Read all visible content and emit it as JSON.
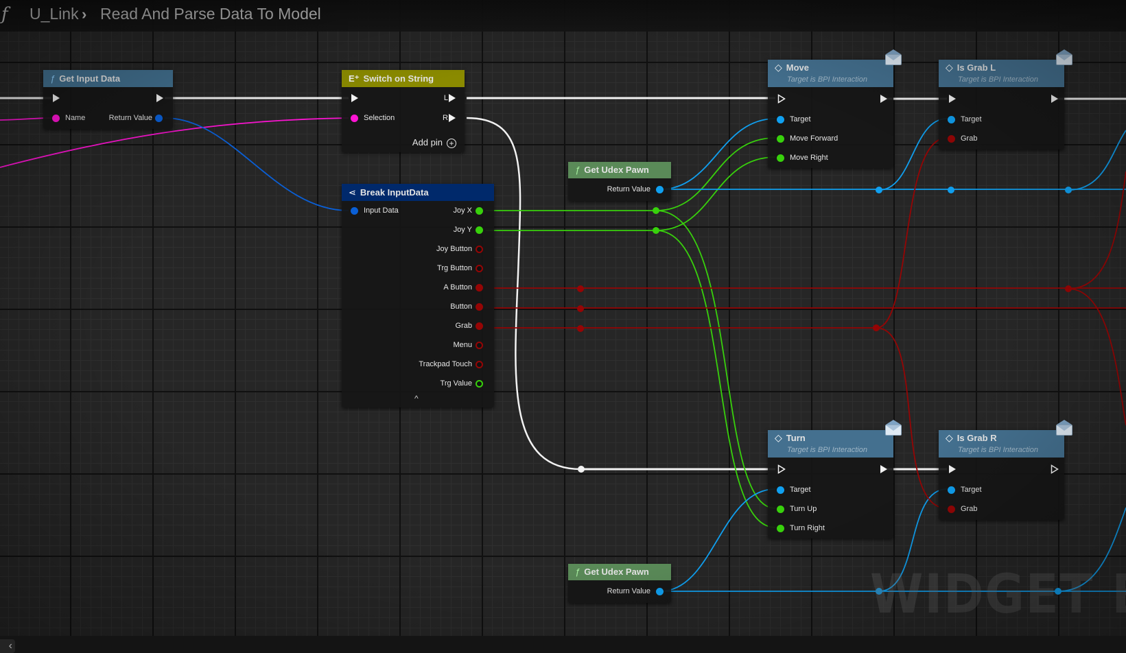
{
  "header": {
    "function_icon": "ƒ",
    "breadcrumb": [
      "U_Link",
      "Read And Parse Data To Model"
    ],
    "separator": "›"
  },
  "colors": {
    "exec": "#f2f2f2",
    "string_pin": "#ff14d4",
    "struct_pin": "#0a5fd6",
    "object_pin": "#10a0f0",
    "float_pin": "#38d10c",
    "bool_pin": "#950505",
    "func_header": "#42708f",
    "switch_header": "#8a8a00",
    "break_header": "#00296b",
    "pure_header": "#5a8a58",
    "message_header": "#44708f"
  },
  "nodes": {
    "get_input_data": {
      "icon": "ƒ",
      "title": "Get Input Data",
      "inputs": [
        {
          "label": "Name",
          "type": "string"
        }
      ],
      "outputs": [
        {
          "label": "Return Value",
          "type": "struct"
        }
      ]
    },
    "switch_on_string": {
      "icon": "E⁺",
      "title": "Switch on String",
      "inputs": [
        {
          "label": "Selection",
          "type": "string"
        }
      ],
      "outputs": [
        {
          "label": "L",
          "type": "exec"
        },
        {
          "label": "R",
          "type": "exec"
        }
      ],
      "add_pin_label": "Add pin"
    },
    "break_input_data": {
      "icon": "⋖",
      "title": "Break InputData",
      "inputs": [
        {
          "label": "Input Data",
          "type": "struct"
        }
      ],
      "outputs": [
        {
          "label": "Joy X",
          "type": "float",
          "connected": true
        },
        {
          "label": "Joy Y",
          "type": "float",
          "connected": true
        },
        {
          "label": "Joy Button",
          "type": "bool",
          "connected": false
        },
        {
          "label": "Trg Button",
          "type": "bool",
          "connected": false
        },
        {
          "label": "A Button",
          "type": "bool",
          "connected": true
        },
        {
          "label": "Button",
          "type": "bool",
          "connected": true
        },
        {
          "label": "Grab",
          "type": "bool",
          "connected": true
        },
        {
          "label": "Menu",
          "type": "bool",
          "connected": false
        },
        {
          "label": "Trackpad Touch",
          "type": "bool",
          "connected": false
        },
        {
          "label": "Trg Value",
          "type": "float",
          "connected": false
        }
      ],
      "collapse_icon": "^"
    },
    "get_udex_pawn_1": {
      "icon": "ƒ",
      "title": "Get Udex Pawn",
      "outputs": [
        {
          "label": "Return Value",
          "type": "object"
        }
      ]
    },
    "get_udex_pawn_2": {
      "icon": "ƒ",
      "title": "Get Udex Pawn",
      "outputs": [
        {
          "label": "Return Value",
          "type": "object"
        }
      ]
    },
    "move": {
      "icon": "◇",
      "title": "Move",
      "subtitle": "Target is BPI Interaction",
      "inputs": [
        {
          "label": "Target",
          "type": "object"
        },
        {
          "label": "Move Forward",
          "type": "float"
        },
        {
          "label": "Move Right",
          "type": "float"
        }
      ]
    },
    "is_grab_l": {
      "icon": "◇",
      "title": "Is Grab L",
      "subtitle": "Target is BPI Interaction",
      "inputs": [
        {
          "label": "Target",
          "type": "object"
        },
        {
          "label": "Grab",
          "type": "bool"
        }
      ]
    },
    "turn": {
      "icon": "◇",
      "title": "Turn",
      "subtitle": "Target is BPI Interaction",
      "inputs": [
        {
          "label": "Target",
          "type": "object"
        },
        {
          "label": "Turn Up",
          "type": "float"
        },
        {
          "label": "Turn Right",
          "type": "float"
        }
      ]
    },
    "is_grab_r": {
      "icon": "◇",
      "title": "Is Grab R",
      "subtitle": "Target is BPI Interaction",
      "inputs": [
        {
          "label": "Target",
          "type": "object"
        },
        {
          "label": "Grab",
          "type": "bool"
        }
      ]
    }
  },
  "watermark": "WIDGET BLUEPRINT",
  "bottom": {
    "collapse_icon": "‹"
  }
}
